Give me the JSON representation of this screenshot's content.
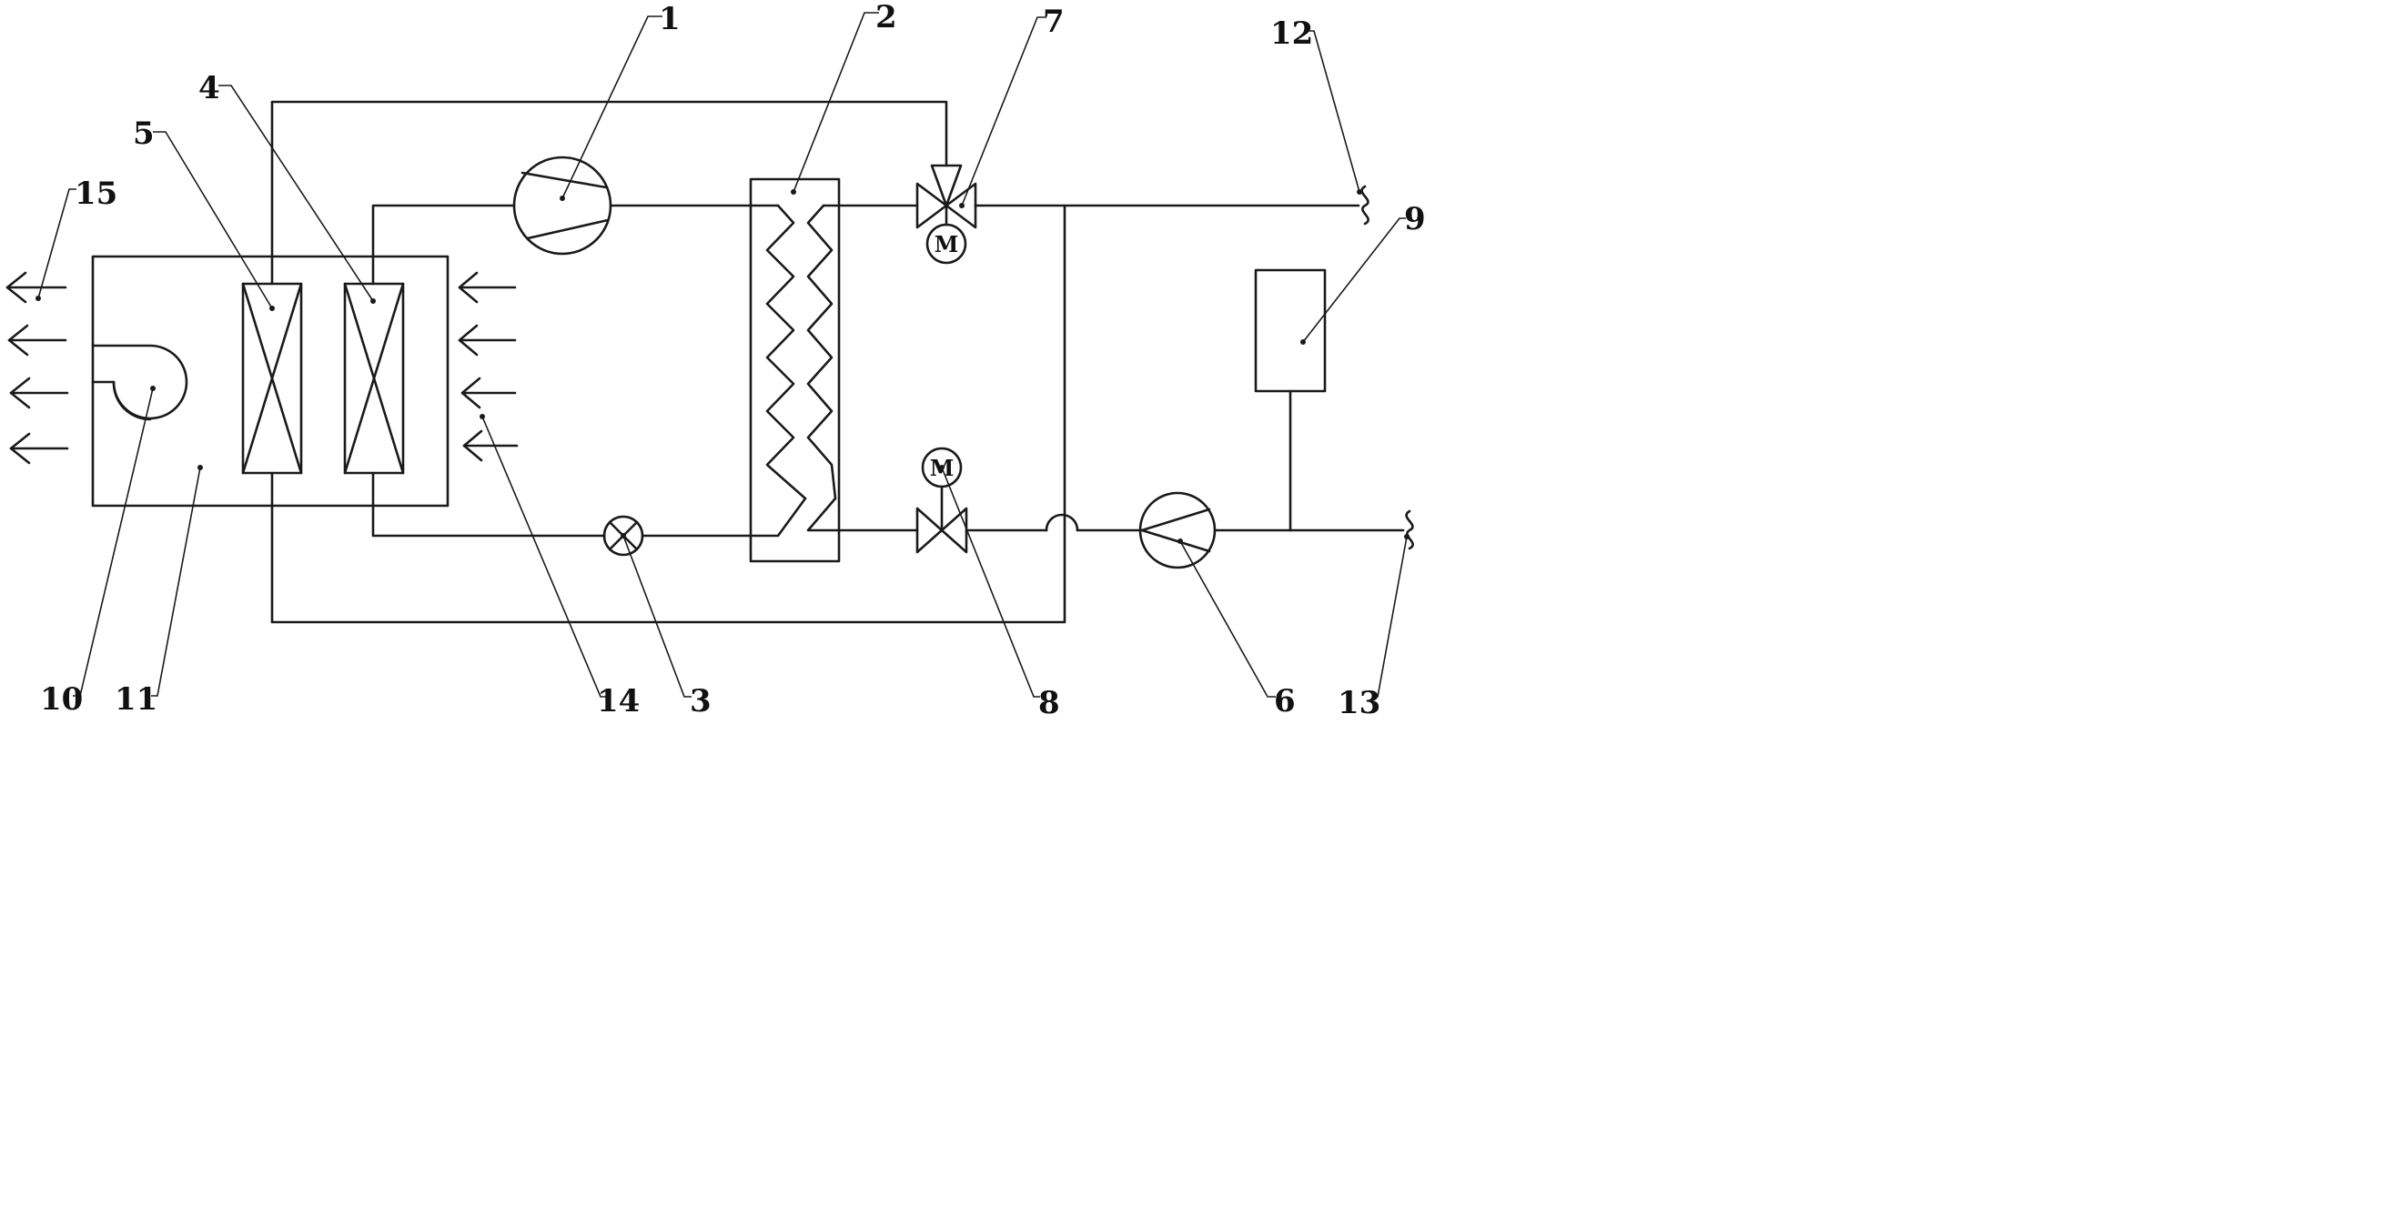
{
  "labels": {
    "n1": "1",
    "n2": "2",
    "n3": "3",
    "n4": "4",
    "n5": "5",
    "n6": "6",
    "n7": "7",
    "n8": "8",
    "n9": "9",
    "n10": "10",
    "n11": "11",
    "n12": "12",
    "n13": "13",
    "n14": "14",
    "n15": "15"
  },
  "motor_letter": "M"
}
